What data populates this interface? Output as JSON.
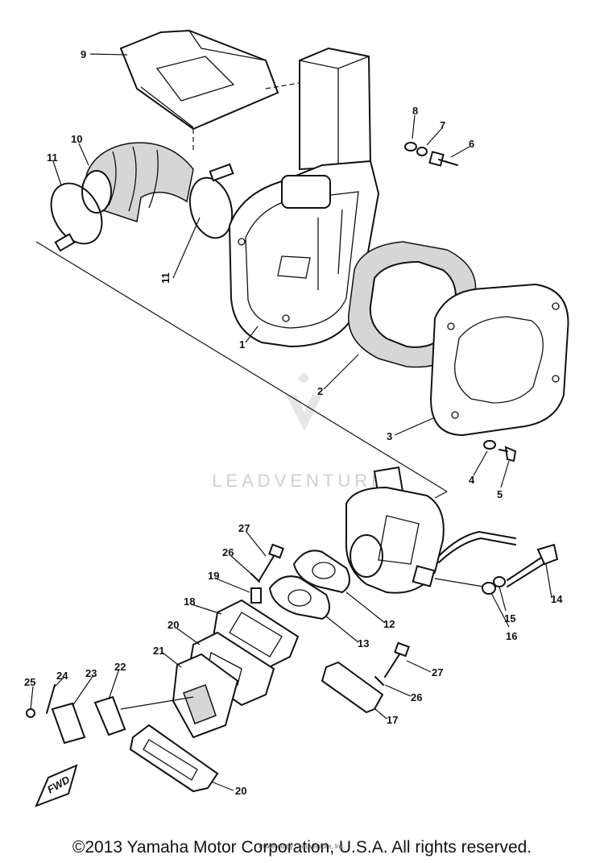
{
  "diagram": {
    "callouts": [
      {
        "id": "c9",
        "label": "9"
      },
      {
        "id": "c10",
        "label": "10"
      },
      {
        "id": "c11a",
        "label": "11"
      },
      {
        "id": "c11b",
        "label": "11"
      },
      {
        "id": "c8a",
        "label": "8"
      },
      {
        "id": "c7",
        "label": "7"
      },
      {
        "id": "c6",
        "label": "6"
      },
      {
        "id": "c1",
        "label": "1"
      },
      {
        "id": "c2",
        "label": "2"
      },
      {
        "id": "c3",
        "label": "3"
      },
      {
        "id": "c4",
        "label": "4"
      },
      {
        "id": "c5",
        "label": "5"
      },
      {
        "id": "c27a",
        "label": "27"
      },
      {
        "id": "c26a",
        "label": "26"
      },
      {
        "id": "c19",
        "label": "19"
      },
      {
        "id": "c18",
        "label": "18"
      },
      {
        "id": "c20a",
        "label": "20"
      },
      {
        "id": "c21",
        "label": "21"
      },
      {
        "id": "c22",
        "label": "22"
      },
      {
        "id": "c23",
        "label": "23"
      },
      {
        "id": "c24",
        "label": "24"
      },
      {
        "id": "c25",
        "label": "25"
      },
      {
        "id": "c12",
        "label": "12"
      },
      {
        "id": "c13",
        "label": "13"
      },
      {
        "id": "c14",
        "label": "14"
      },
      {
        "id": "c15",
        "label": "15"
      },
      {
        "id": "c16",
        "label": "16"
      },
      {
        "id": "c27b",
        "label": "27"
      },
      {
        "id": "c26b",
        "label": "26"
      },
      {
        "id": "c17",
        "label": "17"
      },
      {
        "id": "c20b",
        "label": "20"
      }
    ],
    "fwd_label": "FWD"
  },
  "watermark": {
    "text": "LEADVENTURE"
  },
  "footer": {
    "copyright": "©2013 Yamaha Motor Corporation, U.S.A. All rights reserved.",
    "fine_print": "Powered by LeadVenture, Inc."
  },
  "colors": {
    "ink": "#111111",
    "watermark": "#cfcfcf",
    "background": "#ffffff"
  }
}
